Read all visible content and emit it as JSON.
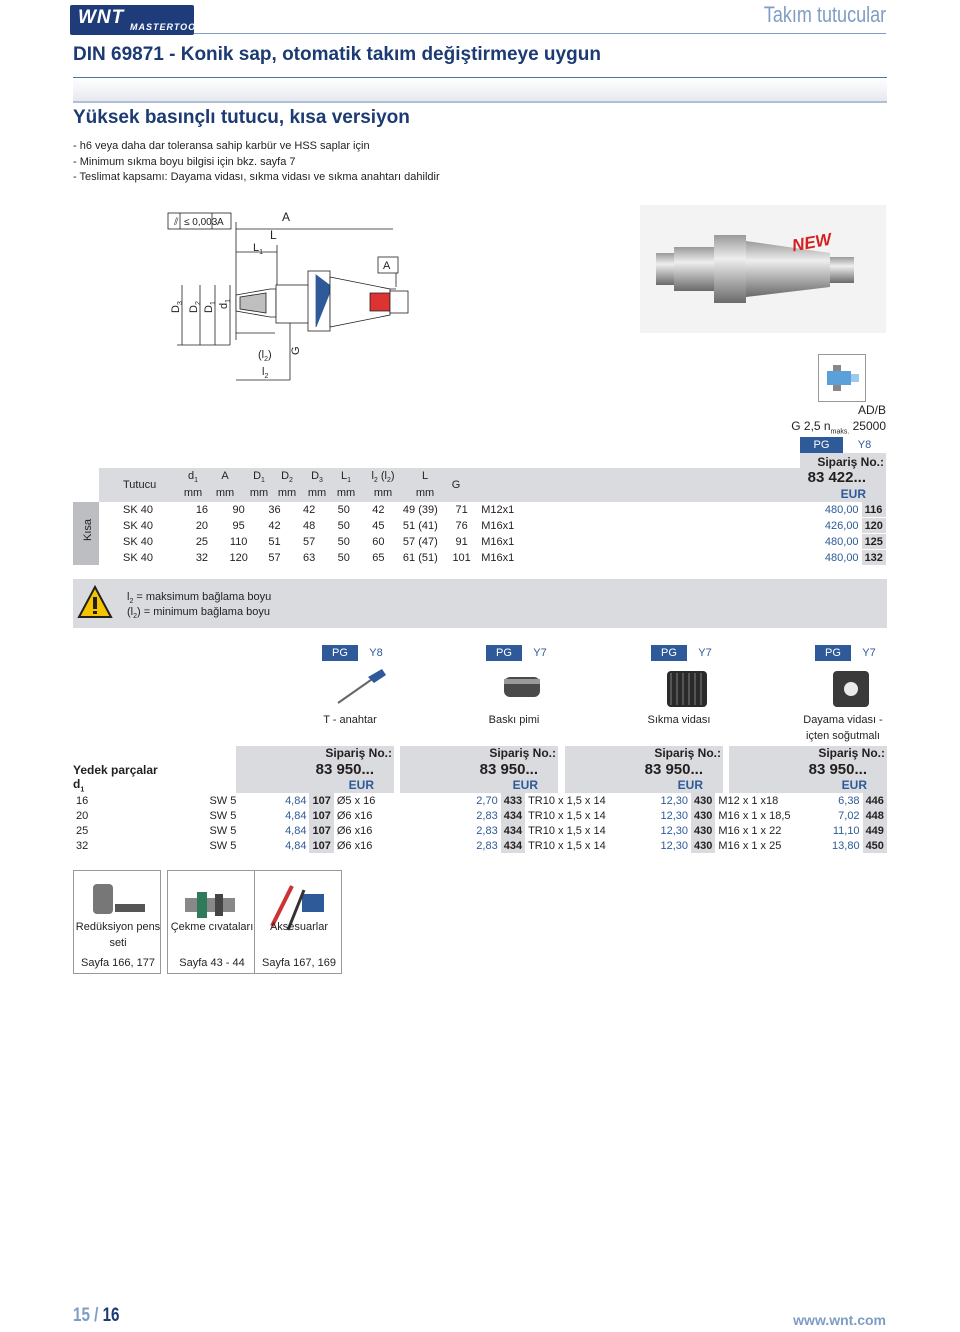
{
  "header": {
    "brand": "WNT",
    "brand_sub": "MASTERTOOL",
    "section": "Takım tutucular"
  },
  "title": "DIN 69871 - Konik sap, otomatik takım değiştirmeye uygun",
  "subtitle": "Yüksek basınçlı tutucu, kısa versiyon",
  "bullets": [
    "h6 veya daha dar toleransa sahip karbür ve HSS saplar için",
    "Minimum sıkma boyu bilgisi için bkz. sayfa 7",
    "Teslimat kapsamı: Dayama vidası, sıkma vidası ve sıkma anahtarı dahildir"
  ],
  "drawing": {
    "tolerance": "≤ 0,003",
    "tol_ref": "A",
    "A": "A",
    "L": "L",
    "L1": "L",
    "L1_sub": "1",
    "D3": "D",
    "D3_sub": "3",
    "D2": "D",
    "D2_sub": "2",
    "D1": "D",
    "D1_sub": "1",
    "d1": "d",
    "d1_sub": "1",
    "l2p": "(l",
    "l2p_sub": "2",
    "l2p_end": ")",
    "l2": "l",
    "l2_sub": "2",
    "G": "G",
    "A2": "A"
  },
  "photo": {
    "badge": "NEW"
  },
  "main_table": {
    "balance": "AD/B",
    "g": "G 2,5 n",
    "g_sub": "maks.",
    "g_val": "25000",
    "pg": "PG",
    "pg_val": "Y8",
    "order_label": "Sipariş No.:",
    "order_no": "83 422...",
    "eur": "EUR",
    "tutucu": "Tutucu",
    "headers": [
      {
        "s": "d",
        "sub": "1"
      },
      {
        "s": "A",
        "sub": ""
      },
      {
        "s": "D",
        "sub": "1"
      },
      {
        "s": "D",
        "sub": "2"
      },
      {
        "s": "D",
        "sub": "3"
      },
      {
        "s": "L",
        "sub": "1"
      },
      {
        "s": "l",
        "sub": "2",
        "tail": " (l",
        "sub2": "2",
        "end": ")"
      },
      {
        "s": "L",
        "sub": ""
      }
    ],
    "g_head": "G",
    "mm": "mm",
    "group": "Kısa",
    "rows": [
      {
        "name": "SK 40",
        "d1": "16",
        "A": "90",
        "D1": "36",
        "D2": "42",
        "D3": "50",
        "L1": "42",
        "l2": "49 (39)",
        "L": "71",
        "G": "M12x1",
        "price": "480,00",
        "code": "116"
      },
      {
        "name": "SK 40",
        "d1": "20",
        "A": "95",
        "D1": "42",
        "D2": "48",
        "D3": "50",
        "L1": "45",
        "l2": "51 (41)",
        "L": "76",
        "G": "M16x1",
        "price": "426,00",
        "code": "120"
      },
      {
        "name": "SK 40",
        "d1": "25",
        "A": "110",
        "D1": "51",
        "D2": "57",
        "D3": "50",
        "L1": "60",
        "l2": "57 (47)",
        "L": "91",
        "G": "M16x1",
        "price": "480,00",
        "code": "125"
      },
      {
        "name": "SK 40",
        "d1": "32",
        "A": "120",
        "D1": "57",
        "D2": "63",
        "D3": "50",
        "L1": "65",
        "l2": "61 (51)",
        "L": "101",
        "G": "M16x1",
        "price": "480,00",
        "code": "132"
      }
    ]
  },
  "warning": {
    "line1": "l",
    "line1_sub": "2",
    "line1_text": " = maksimum bağlama boyu",
    "line2": "(l",
    "line2_sub": "2",
    "line2_text": ") = minimum bağlama boyu"
  },
  "spares": {
    "label": "Yedek parçalar",
    "d1": "d",
    "d1_sub": "1",
    "order_label": "Sipariş No.:",
    "order_no": "83 950...",
    "eur": "EUR",
    "cols": [
      {
        "pg": "PG",
        "pgv": "Y8",
        "name": "T - anahtar"
      },
      {
        "pg": "PG",
        "pgv": "Y7",
        "name": "Baskı pimi"
      },
      {
        "pg": "PG",
        "pgv": "Y7",
        "name": "Sıkma vidası"
      },
      {
        "pg": "PG",
        "pgv": "Y7",
        "name": "Dayama vidası - içten soğutmalı"
      }
    ],
    "rows": [
      {
        "d1": "16",
        "a": "SW 5",
        "ap": "4,84",
        "ac": "107",
        "b": "Ø5 x 16",
        "bp": "2,70",
        "bc": "433",
        "c": "TR10 x 1,5 x 14",
        "cp": "12,30",
        "cc": "430",
        "e": "M12 x 1 x18",
        "ep": "6,38",
        "ec": "446"
      },
      {
        "d1": "20",
        "a": "SW 5",
        "ap": "4,84",
        "ac": "107",
        "b": "Ø6 x16",
        "bp": "2,83",
        "bc": "434",
        "c": "TR10 x 1,5 x 14",
        "cp": "12,30",
        "cc": "430",
        "e": "M16 x 1 x 18,5",
        "ep": "7,02",
        "ec": "448"
      },
      {
        "d1": "25",
        "a": "SW 5",
        "ap": "4,84",
        "ac": "107",
        "b": "Ø6 x16",
        "bp": "2,83",
        "bc": "434",
        "c": "TR10 x 1,5 x 14",
        "cp": "12,30",
        "cc": "430",
        "e": "M16 x 1 x 22",
        "ep": "11,10",
        "ec": "449"
      },
      {
        "d1": "32",
        "a": "SW 5",
        "ap": "4,84",
        "ac": "107",
        "b": "Ø6 x16",
        "bp": "2,83",
        "bc": "434",
        "c": "TR10 x 1,5 x 14",
        "cp": "12,30",
        "cc": "430",
        "e": "M16 x 1 x 25",
        "ep": "13,80",
        "ec": "450"
      }
    ]
  },
  "accessories": [
    {
      "name": "Redüksiyon pens seti",
      "ref": "Sayfa 166, 177"
    },
    {
      "name": "Çekme cıvataları",
      "ref": "Sayfa 43 - 44"
    },
    {
      "name": "Aksesuarlar",
      "ref": "Sayfa 167, 169"
    }
  ],
  "footer": {
    "page": "15",
    "sep": "/",
    "total": "16",
    "url": "www.wnt.com"
  }
}
